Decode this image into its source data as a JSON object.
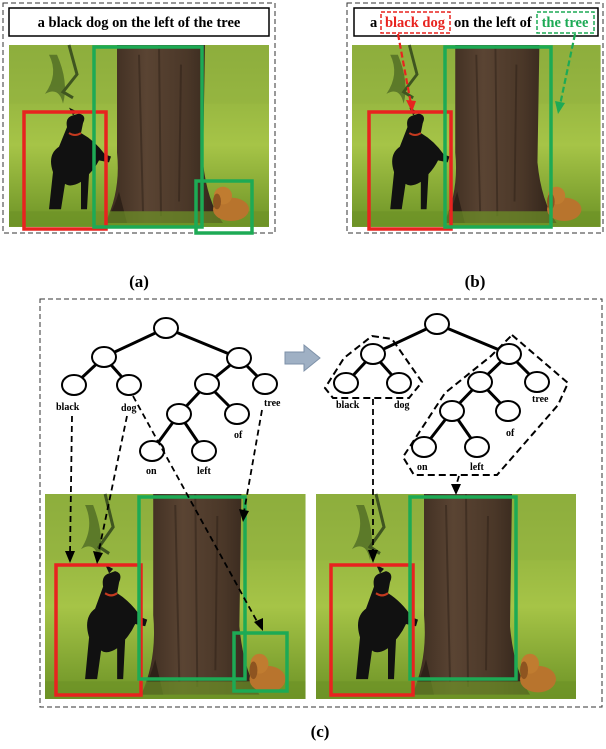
{
  "panel_a": {
    "phrase": "a black dog on the left of the tree",
    "caption": "(a)"
  },
  "panel_b": {
    "phrase_prefix": "a",
    "phrase_dog": "black dog",
    "phrase_middle": "on the left of",
    "phrase_tree": "the tree",
    "caption": "(b)"
  },
  "panel_c": {
    "caption": "(c)",
    "tree_words": {
      "black": "black",
      "dog": "dog",
      "tree": "tree",
      "of": "of",
      "on": "on",
      "left": "left"
    }
  },
  "colors": {
    "dog_box": "#e8231f",
    "tree_box": "#1daa55",
    "grass_light": "#9bbd3c",
    "grass_dark": "#5f8b22",
    "trunk": "#4a3728",
    "dog": "#111111",
    "puppy": "#b8742d",
    "arrow_gray": "#9fb0c4"
  }
}
